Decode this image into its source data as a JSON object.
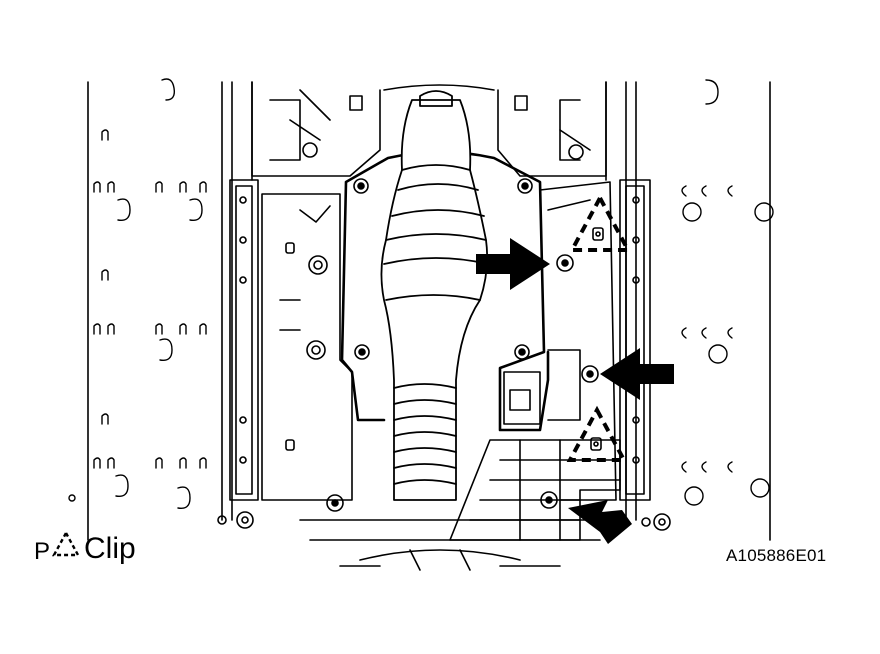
{
  "legend": {
    "prefix": "P",
    "label": "Clip",
    "icon": "clip-triangle-icon"
  },
  "figure_code": "A105886E01",
  "callouts": {
    "arrows": 3,
    "clip_markers": 2,
    "arrow_icon": "arrow-icon",
    "clip_icon": "clip-triangle-icon"
  }
}
